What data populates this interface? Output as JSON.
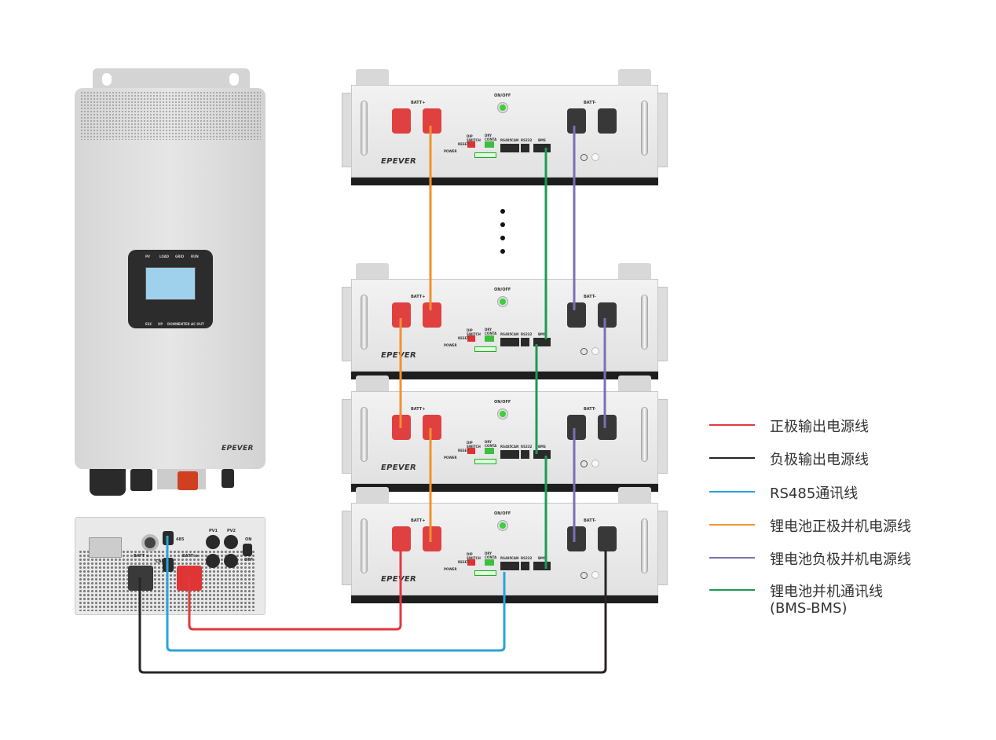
{
  "inverter": {
    "brand": "EPEVER",
    "display": {
      "indicators": [
        "PV",
        "LOAD",
        "GRID",
        "RUN"
      ],
      "buttons": [
        "ESC",
        "UP",
        "DOWN",
        "ENTER",
        "AC OUT"
      ]
    },
    "bottom": {
      "batt_neg": "BATT ⊖",
      "batt_pos": "BATT ⊕",
      "pv1": "PV1",
      "pv2": "PV2",
      "switch_on": "ON",
      "switch_off": "OFF",
      "port_485": "485",
      "port_can": "CAN"
    }
  },
  "battery": {
    "brand": "EPEVER",
    "batt_pos": "BATT+",
    "batt_neg": "BATT-",
    "on_off": "ON/OFF",
    "dip": "DIP SWITCH",
    "reset": "RESET",
    "power": "POWER",
    "dry": "DRY CONTA",
    "rs485": "RS485",
    "can": "CAN",
    "rs232": "RS232",
    "bms": "BMS"
  },
  "legend": [
    {
      "label": "正极输出电源线",
      "color": "#e0393e"
    },
    {
      "label": "负极输出电源线",
      "color": "#2b2424"
    },
    {
      "label": "RS485通讯线",
      "color": "#2aa3dc"
    },
    {
      "label": "锂电池正极并机电源线",
      "color": "#f0922e"
    },
    {
      "label": "锂电池负极并机电源线",
      "color": "#7d6fb3"
    },
    {
      "label": "锂电池并机通讯线",
      "label2": "(BMS-BMS)",
      "color": "#1e9a55"
    }
  ]
}
